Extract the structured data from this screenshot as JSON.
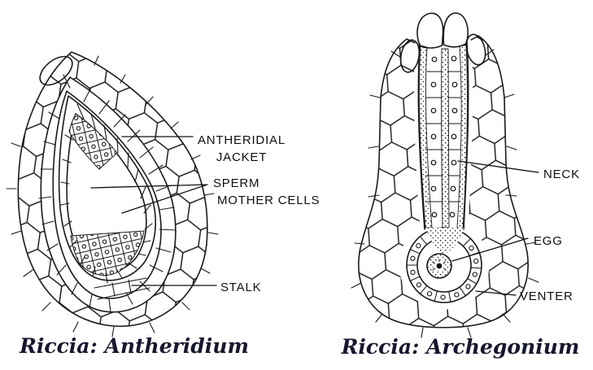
{
  "figure": {
    "type": "botany-textbook-diagram",
    "subject": "Riccia reproductive structures (longitudinal sections)",
    "colors": {
      "ink": "#1a1a1a",
      "caption_text": "#16162e",
      "background": "#ffffff",
      "label_text": "#101010"
    },
    "left_panel": {
      "caption": "Riccia: Antheridium",
      "labels": {
        "antheridial_jacket": {
          "line1": "ANTHERIDIAL",
          "line2": "JACKET"
        },
        "sperm_mother_cells": {
          "line1": "SPERM",
          "line2": "MOTHER CELLS"
        },
        "stalk": "STALK"
      }
    },
    "right_panel": {
      "caption": "Riccia: Archegonium",
      "labels": {
        "neck": "NECK",
        "egg": "EGG",
        "venter": "VENTER"
      }
    }
  }
}
